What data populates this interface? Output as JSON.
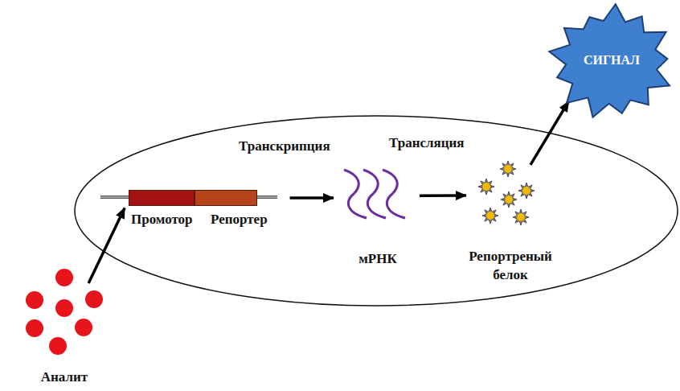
{
  "diagram": {
    "nodes": [
      {
        "text": [
          "Промотор"
        ]
      },
      {
        "text": [
          "Репортер"
        ]
      },
      {
        "text": [
          "мРНК"
        ]
      },
      {
        "text": [
          "Репортреный белок"
        ]
      },
      {
        "text": [
          "СИГНАЛ"
        ]
      },
      {
        "text": [
          "Аналит"
        ]
      }
    ],
    "edges": [
      {
        "from": 5,
        "to": 0,
        "arrow": "to"
      },
      {
        "from": 1,
        "to": 2,
        "arrow": "to"
      },
      {
        "from": 2,
        "to": 3,
        "arrow": "to"
      },
      {
        "from": 3,
        "to": 4,
        "arrow": "to"
      }
    ],
    "labels": [
      "Транскрипция",
      "Трансляция"
    ]
  }
}
